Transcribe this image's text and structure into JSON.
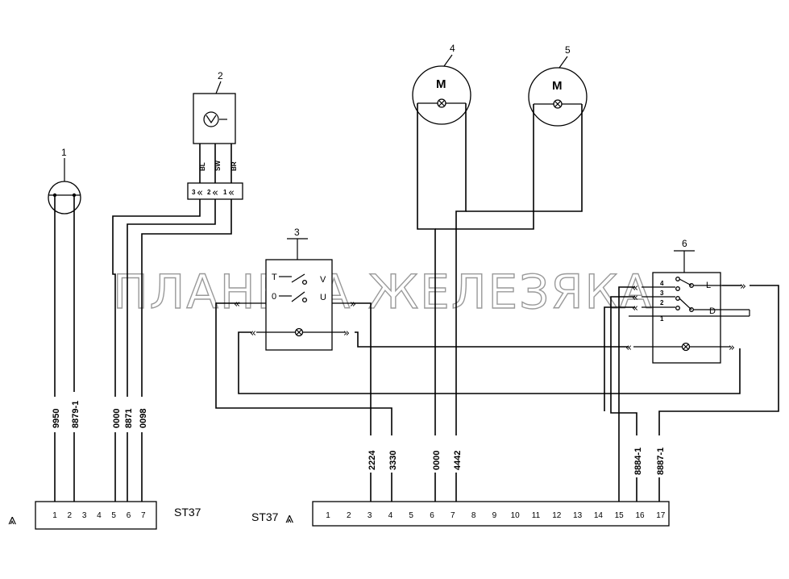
{
  "components": [
    {
      "id": "1"
    },
    {
      "id": "2"
    },
    {
      "id": "3"
    },
    {
      "id": "4"
    },
    {
      "id": "5"
    },
    {
      "id": "6"
    }
  ],
  "connector_left": {
    "name": "ST37",
    "pins": [
      "1",
      "2",
      "3",
      "4",
      "5",
      "6",
      "7"
    ]
  },
  "connector_right": {
    "name": "ST37",
    "pins": [
      "1",
      "2",
      "3",
      "4",
      "5",
      "6",
      "7",
      "8",
      "9",
      "10",
      "11",
      "12",
      "13",
      "14",
      "15",
      "16",
      "17"
    ]
  },
  "wires_left": [
    "9950",
    "8879-1",
    "0000",
    "8871",
    "0098"
  ],
  "wires_right": [
    "2224",
    "3330",
    "0000",
    "4442",
    "8884-1",
    "8887-1"
  ],
  "comp2_terms": [
    "BL",
    "SW",
    "BR"
  ],
  "comp2_block": [
    "3",
    "2",
    "1"
  ],
  "switch3": {
    "t": "T",
    "o": "0",
    "v": "V",
    "u": "U"
  },
  "switch6": {
    "l": "L",
    "d": "D",
    "pins": [
      "4",
      "3",
      "2",
      "1"
    ]
  },
  "motor_letter": "M",
  "watermark": "ПЛАНЕТА ЖЕЛЕЗЯКА"
}
